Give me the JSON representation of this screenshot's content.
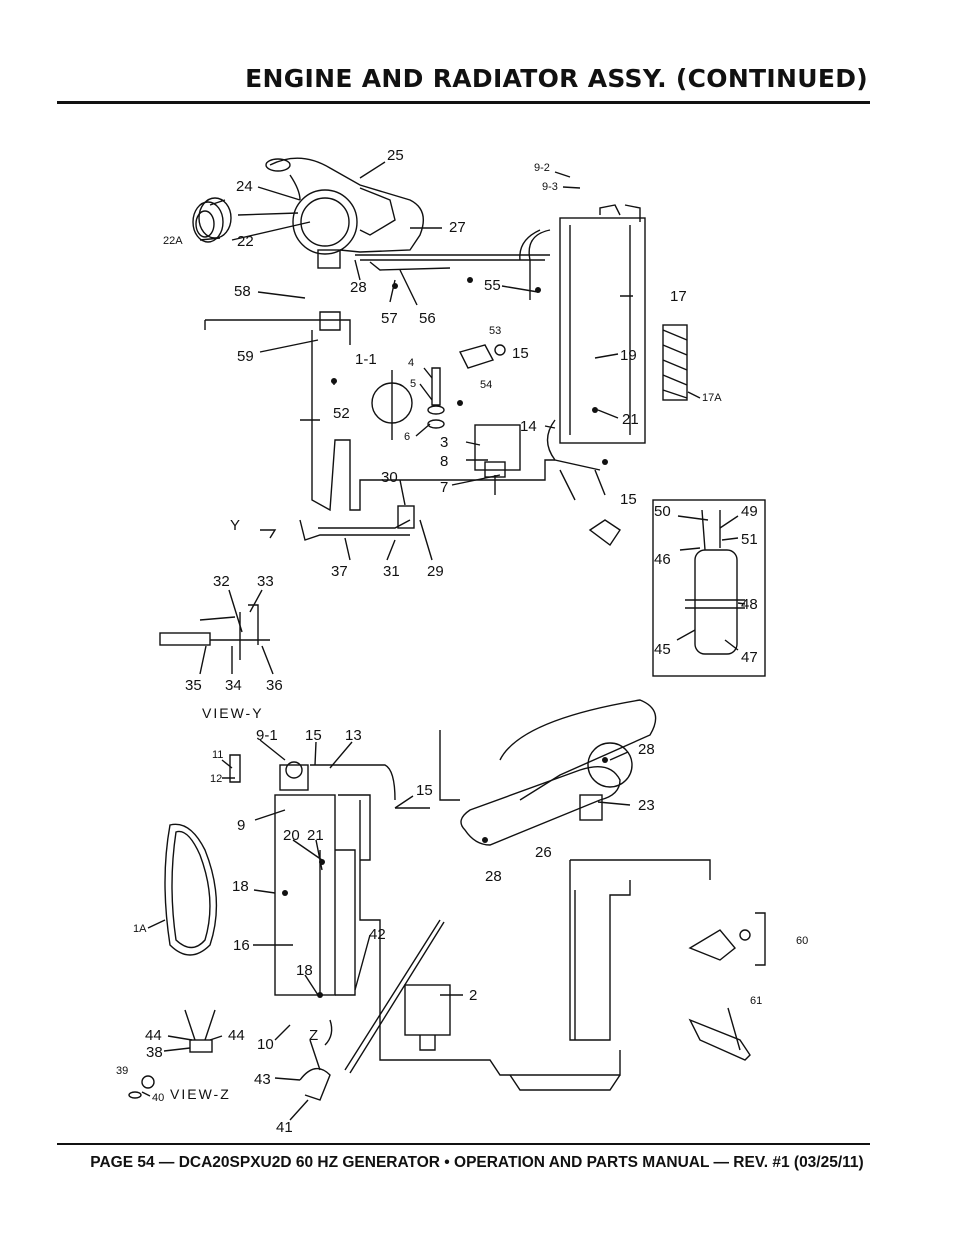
{
  "header": {
    "title": "ENGINE AND RADIATOR ASSY. (CONTINUED)"
  },
  "footer": {
    "text": "PAGE 54 — DCA20SPXU2D 60 HZ GENERATOR • OPERATION AND PARTS MANUAL — REV. #1 (03/25/11)"
  },
  "diagram": {
    "callouts": [
      "25",
      "24",
      "22A",
      "22",
      "27",
      "9-2",
      "9-3",
      "58",
      "28",
      "57",
      "56",
      "55",
      "17",
      "53",
      "15",
      "59",
      "1-1",
      "4",
      "5",
      "54",
      "19",
      "52",
      "6",
      "3",
      "8",
      "7",
      "14",
      "21",
      "17A",
      "30",
      "15",
      "50",
      "49",
      "46",
      "51",
      "Y",
      "37",
      "31",
      "29",
      "32",
      "33",
      "48",
      "35",
      "34",
      "36",
      "45",
      "47",
      "9-1",
      "15",
      "13",
      "11",
      "12",
      "15",
      "28",
      "23",
      "9",
      "20",
      "21",
      "26",
      "28",
      "18",
      "1A",
      "16",
      "42",
      "60",
      "18",
      "2",
      "61",
      "44",
      "44",
      "38",
      "10",
      "Z",
      "39",
      "40",
      "43",
      "41"
    ],
    "view_labels": {
      "view_y": "VIEW-Y",
      "view_z": "VIEW-Z"
    }
  }
}
